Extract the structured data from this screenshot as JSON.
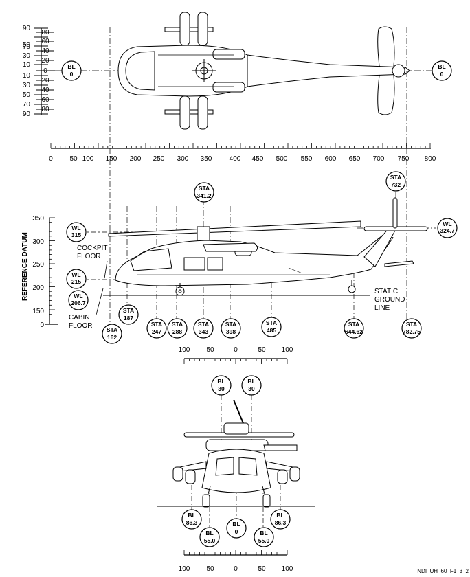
{
  "top_view": {
    "bl_scale_upper": [
      "90",
      "80",
      "70",
      "60",
      "50",
      "40",
      "30",
      "20",
      "10"
    ],
    "bl_scale_zero": "0",
    "bl_scale_lower": [
      "10",
      "20",
      "30",
      "40",
      "50",
      "60",
      "70",
      "80",
      "90"
    ],
    "callout_left": {
      "l1": "BL",
      "l2": "0"
    },
    "callout_right": {
      "l1": "BL",
      "l2": "0"
    }
  },
  "station_scale": {
    "ticks": [
      "0",
      "50",
      "100",
      "150",
      "200",
      "250",
      "300",
      "350",
      "400",
      "450",
      "500",
      "550",
      "600",
      "650",
      "700",
      "750",
      "800"
    ]
  },
  "side_view": {
    "wl_scale": [
      "350",
      "300",
      "250",
      "200",
      "150",
      "0"
    ],
    "axis_label": "REFERENCE DATUM",
    "cockpit_floor": {
      "l1": "COCKPIT",
      "l2": "FLOOR"
    },
    "cabin_floor": {
      "l1": "CABIN",
      "l2": "FLOOR"
    },
    "static_ground_line": {
      "l1": "STATIC",
      "l2": "GROUND",
      "l3": "LINE"
    },
    "wl_callouts": [
      {
        "l1": "WL",
        "l2": "315"
      },
      {
        "l1": "WL",
        "l2": "215"
      },
      {
        "l1": "WL",
        "l2": "206.7"
      },
      {
        "l1": "WL",
        "l2": "324.7"
      }
    ],
    "sta_callouts": [
      {
        "l1": "STA",
        "l2": "341.2"
      },
      {
        "l1": "STA",
        "l2": "732"
      },
      {
        "l1": "STA",
        "l2": "162"
      },
      {
        "l1": "STA",
        "l2": "187"
      },
      {
        "l1": "STA",
        "l2": "247"
      },
      {
        "l1": "STA",
        "l2": "288"
      },
      {
        "l1": "STA",
        "l2": "343"
      },
      {
        "l1": "STA",
        "l2": "398"
      },
      {
        "l1": "STA",
        "l2": "485"
      },
      {
        "l1": "STA",
        "l2": "644.62"
      },
      {
        "l1": "STA",
        "l2": "782.75"
      }
    ]
  },
  "front_view": {
    "upper_scale": [
      "100",
      "50",
      "0",
      "50",
      "100"
    ],
    "lower_scale": [
      "100",
      "50",
      "0",
      "50",
      "100"
    ],
    "bl_callouts": [
      {
        "l1": "BL",
        "l2": "30"
      },
      {
        "l1": "BL",
        "l2": "30"
      },
      {
        "l1": "BL",
        "l2": "86.3"
      },
      {
        "l1": "BL",
        "l2": "55.0"
      },
      {
        "l1": "BL",
        "l2": "0"
      },
      {
        "l1": "BL",
        "l2": "55.0"
      },
      {
        "l1": "BL",
        "l2": "86.3"
      }
    ]
  },
  "figure_id": "NDI_UH_60_F1_3_2"
}
